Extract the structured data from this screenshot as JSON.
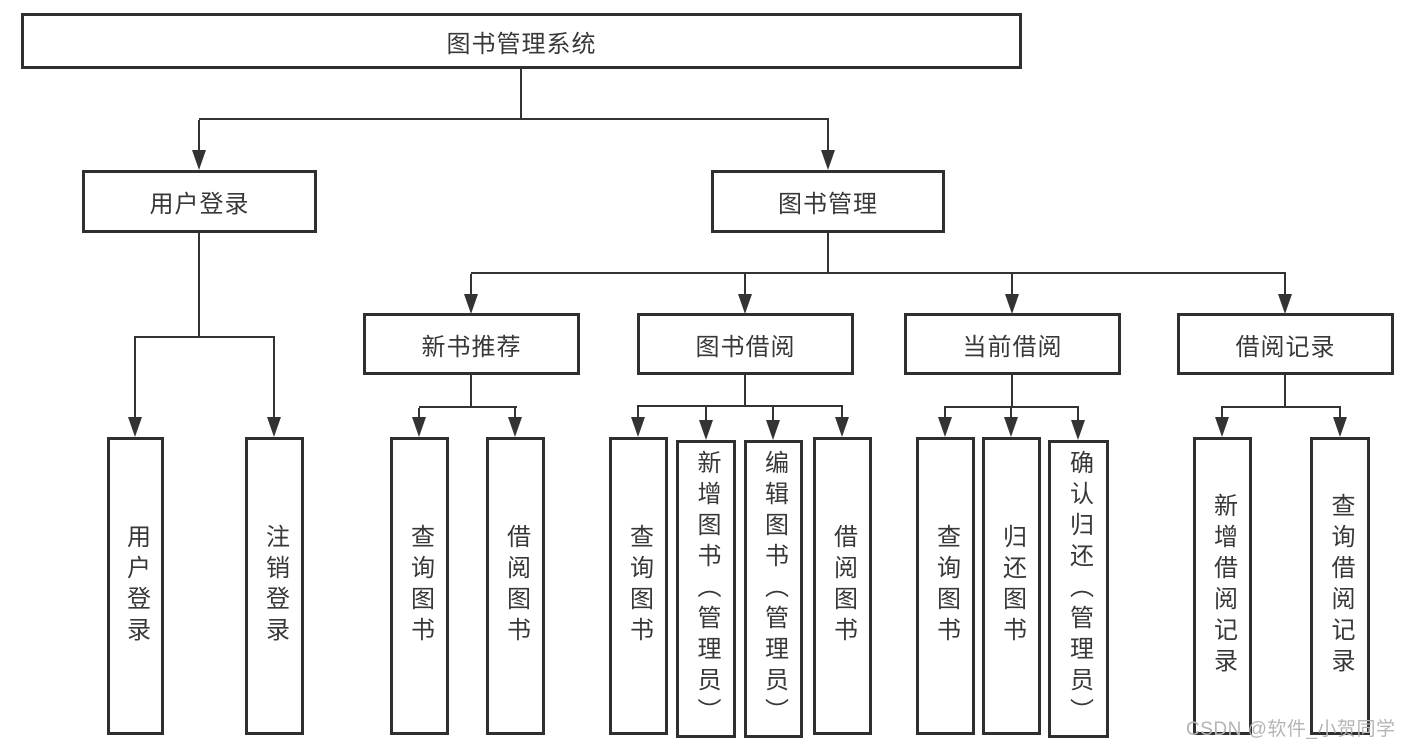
{
  "nodes": {
    "root": "图书管理系统",
    "user_login": "用户登录",
    "book_mgmt": "图书管理",
    "new_book_rec": "新书推荐",
    "book_borrow": "图书借阅",
    "current_borrow": "当前借阅",
    "borrow_records": "借阅记录",
    "leaf_user_login": "用户登录",
    "leaf_logout": "注销登录",
    "leaf_nb_query": "查询图书",
    "leaf_nb_borrow": "借阅图书",
    "leaf_bb_query": "查询图书",
    "leaf_bb_add": "新增图书（管理员）",
    "leaf_bb_edit": "编辑图书（管理员）",
    "leaf_bb_borrow": "借阅图书",
    "leaf_cb_query": "查询图书",
    "leaf_cb_return": "归还图书",
    "leaf_cb_confirm": "确认归还（管理员）",
    "leaf_br_add": "新增借阅记录",
    "leaf_br_query": "查询借阅记录"
  },
  "watermark": "CSDN @软件_小贺同学",
  "colors": {
    "line": "#333333",
    "box_border": "#2f2f2f",
    "text": "#383838",
    "watermark": "#b5b5b5",
    "background": "#ffffff"
  }
}
